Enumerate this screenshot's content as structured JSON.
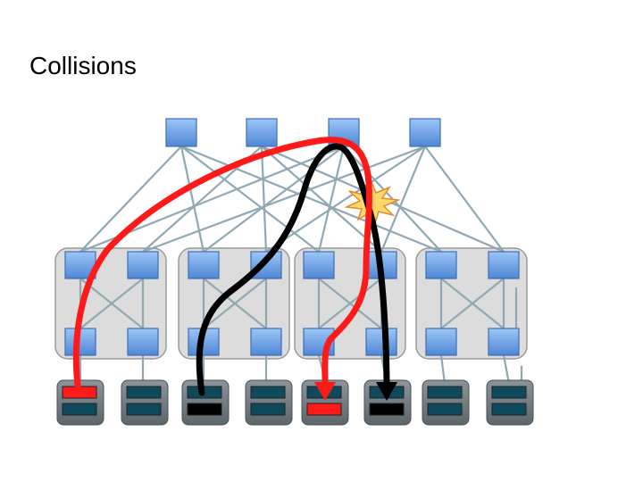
{
  "title": "Collisions",
  "colors": {
    "switch_fill": "#6fa4e8",
    "switch_border": "#3c6fb0",
    "link": "#8fa8b4",
    "pod_fill": "#dcdcdc",
    "pod_border": "#9a9a9a",
    "server_fill": "#0f4a5c",
    "server_case": "#6f7a80",
    "flow_red": "#ff1a1a",
    "flow_black": "#000000",
    "collision": "#ffd86a"
  },
  "topology": {
    "core_switches": 4,
    "pods": 4,
    "aggregation_per_pod": 2,
    "edge_per_pod": 2,
    "hosts": 8
  },
  "flows": [
    {
      "name": "red-flow",
      "color": "red",
      "from_host": 1,
      "to_host": 5
    },
    {
      "name": "black-flow",
      "color": "black",
      "from_host": 3,
      "to_host": 6
    }
  ],
  "collision_marker": "explosion-icon"
}
